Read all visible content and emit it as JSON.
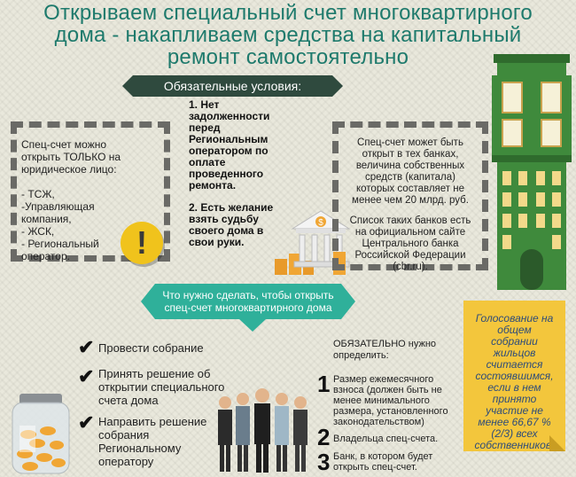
{
  "title": {
    "line1": "Открываем специальный счет многоквартирного",
    "line2": "дома - накапливаем средства на капитальный",
    "line3": "ремонт самостоятельно"
  },
  "conditions_banner": "Обязательные условия:",
  "left_box": {
    "line1": "Спец-счет можно",
    "line2": "открыть ТОЛЬКО на",
    "line3": "юридическое лицо:",
    "items": [
      "- ТСЖ,",
      "-Управляющая",
      "компания,",
      "- ЖСК,",
      "- Региональный",
      "оператор."
    ]
  },
  "center_conditions": {
    "c1": [
      "1. Нет",
      "задолженности",
      "перед",
      "Региональным",
      "оператором по",
      "оплате",
      "проведенного",
      "ремонта."
    ],
    "c2": [
      "2. Есть желание",
      "взять судьбу",
      "своего дома в",
      "свои руки."
    ]
  },
  "right_box": {
    "p1": [
      "Спец-счет может быть",
      "открыт в тех банках,",
      "величина собственных",
      "средств (капитала)",
      "которых составляет не",
      "менее чем 20 млрд. руб."
    ],
    "p2": [
      "Список таких банков есть",
      "на официальном сайте",
      "Центрального банка",
      "Российской Федерации",
      "(cbr.ru)."
    ]
  },
  "steps_banner": {
    "line1": "Что нужно сделать, чтобы открыть",
    "line2": "спец-счет многоквартирного дома"
  },
  "steps": {
    "s1": [
      "Провести собрание"
    ],
    "s2": [
      "Принять решение об",
      "открытии специального",
      "счета дома"
    ],
    "s3": [
      "Направить решение",
      "собрания",
      "Региональному",
      "оператору"
    ]
  },
  "mandatory": {
    "heading": [
      "ОБЯЗАТЕЛЬНО нужно",
      "определить:"
    ],
    "items": [
      {
        "num": "1",
        "lines": [
          "Размер ежемесячного",
          "взноса (должен быть не",
          "менее минимального",
          "размера, установленного",
          "законодательством)"
        ]
      },
      {
        "num": "2",
        "lines": [
          "Владельца спец-счета."
        ]
      },
      {
        "num": "3",
        "lines": [
          "Банк, в котором будет",
          "открыть спец-счет."
        ]
      }
    ]
  },
  "voting_note": [
    "Голосование на",
    "общем",
    "собрании",
    "жильцов",
    "считается",
    "состоявшимся,",
    "если в нем",
    "принято",
    "участие не",
    "менее 66,67 %",
    "(2/3) всех",
    "собственников."
  ],
  "exclamation": "!",
  "bank_sign": "$",
  "colors": {
    "title": "#1e7a6c",
    "banner_dark": "#2f4a3e",
    "banner_teal": "#2fb09a",
    "note": "#f3c63c",
    "building": "#3f8a3c",
    "exclam": "#f0c31c"
  }
}
